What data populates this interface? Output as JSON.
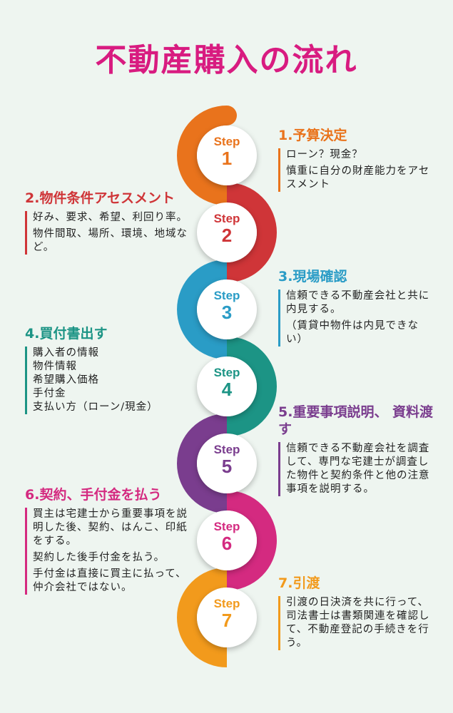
{
  "title": "不動産購入の流れ",
  "step_word": "Step",
  "steps": [
    {
      "num": "1",
      "color": "#e9731c",
      "heading": "1.予算決定",
      "lines": [
        "ローン？現金？",
        "慎重に自分の財産能力をアセスメント"
      ]
    },
    {
      "num": "2",
      "color": "#cf3538",
      "heading": "2.物件条件アセスメント",
      "lines": [
        "好み、要求、希望、利回り率。",
        "物件間取、場所、環境、地域など。"
      ]
    },
    {
      "num": "3",
      "color": "#2a9cc6",
      "heading": "3.現場確認",
      "lines": [
        "信頼できる不動産会社と共に内見する。",
        "（賃貸中物件は内見できない）"
      ]
    },
    {
      "num": "4",
      "color": "#1c9485",
      "heading": "4.買付書出す",
      "lines": [
        "購入者の情報",
        "物件情報",
        "希望購入価格",
        "手付金",
        "支払い方（ローン/現金）"
      ]
    },
    {
      "num": "5",
      "color": "#7a3d8e",
      "heading": "5.重要事項説明、 資料渡す",
      "lines": [
        "信頼できる不動産会社を調査して、専門な宅建士が調査した物件と契約条件と他の注意事項を説明する。"
      ]
    },
    {
      "num": "6",
      "color": "#d42a80",
      "heading": "6.契約、手付金を払う",
      "lines": [
        "買主は宅建士から重要事項を説明した後、契約、はんこ、印紙をする。",
        "契約した後手付金を払う。",
        "手付金は直接に買主に払って、仲介会社ではない。"
      ]
    },
    {
      "num": "7",
      "color": "#f29a1c",
      "heading": "7.引渡",
      "lines": [
        "引渡の日決済を共に行って、司法書士は書類関連を確認して、不動産登記の手続きを行う。"
      ]
    }
  ]
}
